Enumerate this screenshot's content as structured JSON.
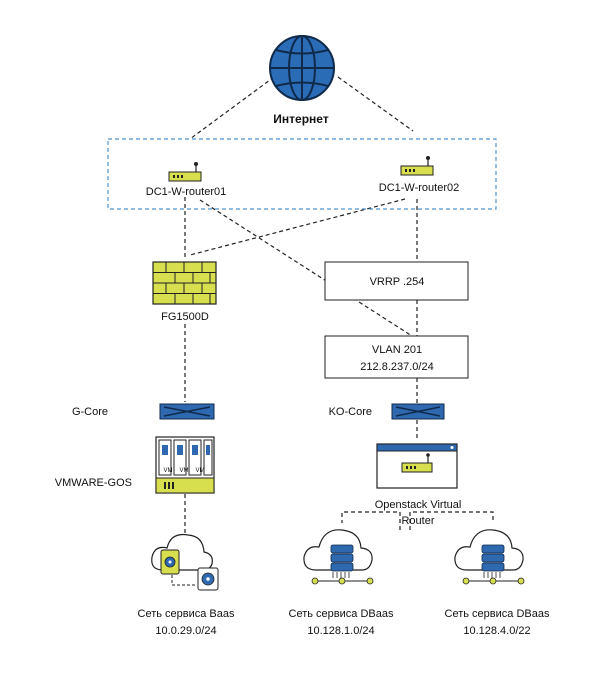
{
  "internet_label": "Интернет",
  "routers": [
    {
      "label": "DC1-W-router01"
    },
    {
      "label": "DC1-W-router02"
    }
  ],
  "firewall_label": "FG1500D",
  "vrrp_label": "VRRP .254",
  "vlan": {
    "name": "VLAN 201",
    "subnet": "212.8.237.0/24"
  },
  "switches": [
    {
      "label": "G-Core"
    },
    {
      "label": "KO-Core"
    }
  ],
  "hypervisor": {
    "label": "VMWARE-GOS",
    "vm_tag": "VM"
  },
  "virtual_router": {
    "line1": "Openstack Virtual",
    "line2": "Router"
  },
  "services": [
    {
      "name": "Сеть сервиса Baas",
      "subnet": "10.0.29.0/24"
    },
    {
      "name": "Сеть сервиса DBaas",
      "subnet": "10.128.1.0/24"
    },
    {
      "name": "Сеть сервиса DBaas",
      "subnet": "10.128.4.0/22"
    }
  ],
  "colors": {
    "globe": "#2b6cb6",
    "accent": "#d7df4f",
    "switch": "#2e69b0",
    "frame": "#4f94cf",
    "line": "#222222"
  }
}
